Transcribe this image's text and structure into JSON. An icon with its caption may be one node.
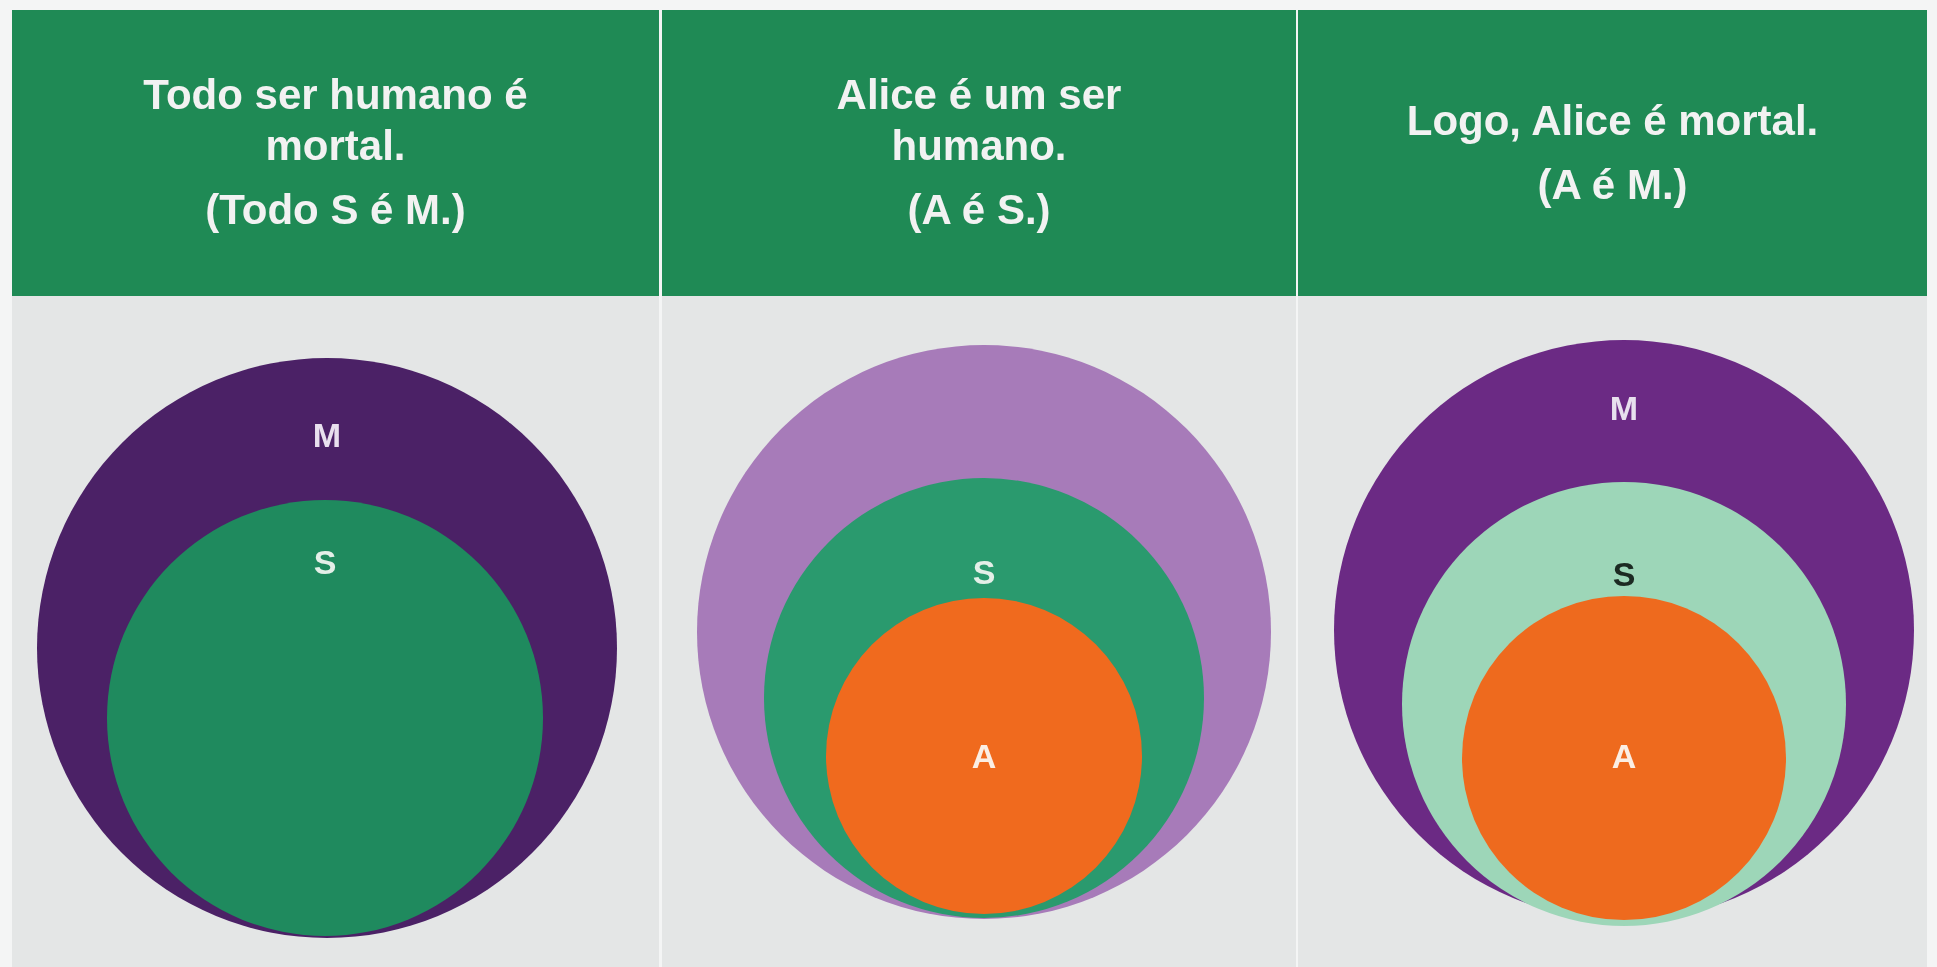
{
  "diagram": {
    "nodes": [
      {
        "text": [
          "M"
        ]
      },
      {
        "text": [
          "S"
        ],
        "in": 0
      },
      {
        "text": [],
        "shape": "circle"
      },
      {
        "text": [
          "S"
        ],
        "in": 2
      },
      {
        "text": [
          "A"
        ],
        "in": 3
      },
      {
        "text": [
          "M"
        ]
      },
      {
        "text": [
          "S"
        ],
        "in": 5
      },
      {
        "text": [
          "A"
        ],
        "in": 6
      }
    ],
    "labels": [
      "Todo ser humano é mortal.",
      "(Todo S é M.)",
      "Alice é um ser humano.",
      "(A é S.)",
      "Logo, Alice é mortal.",
      "(A é M.)"
    ]
  }
}
